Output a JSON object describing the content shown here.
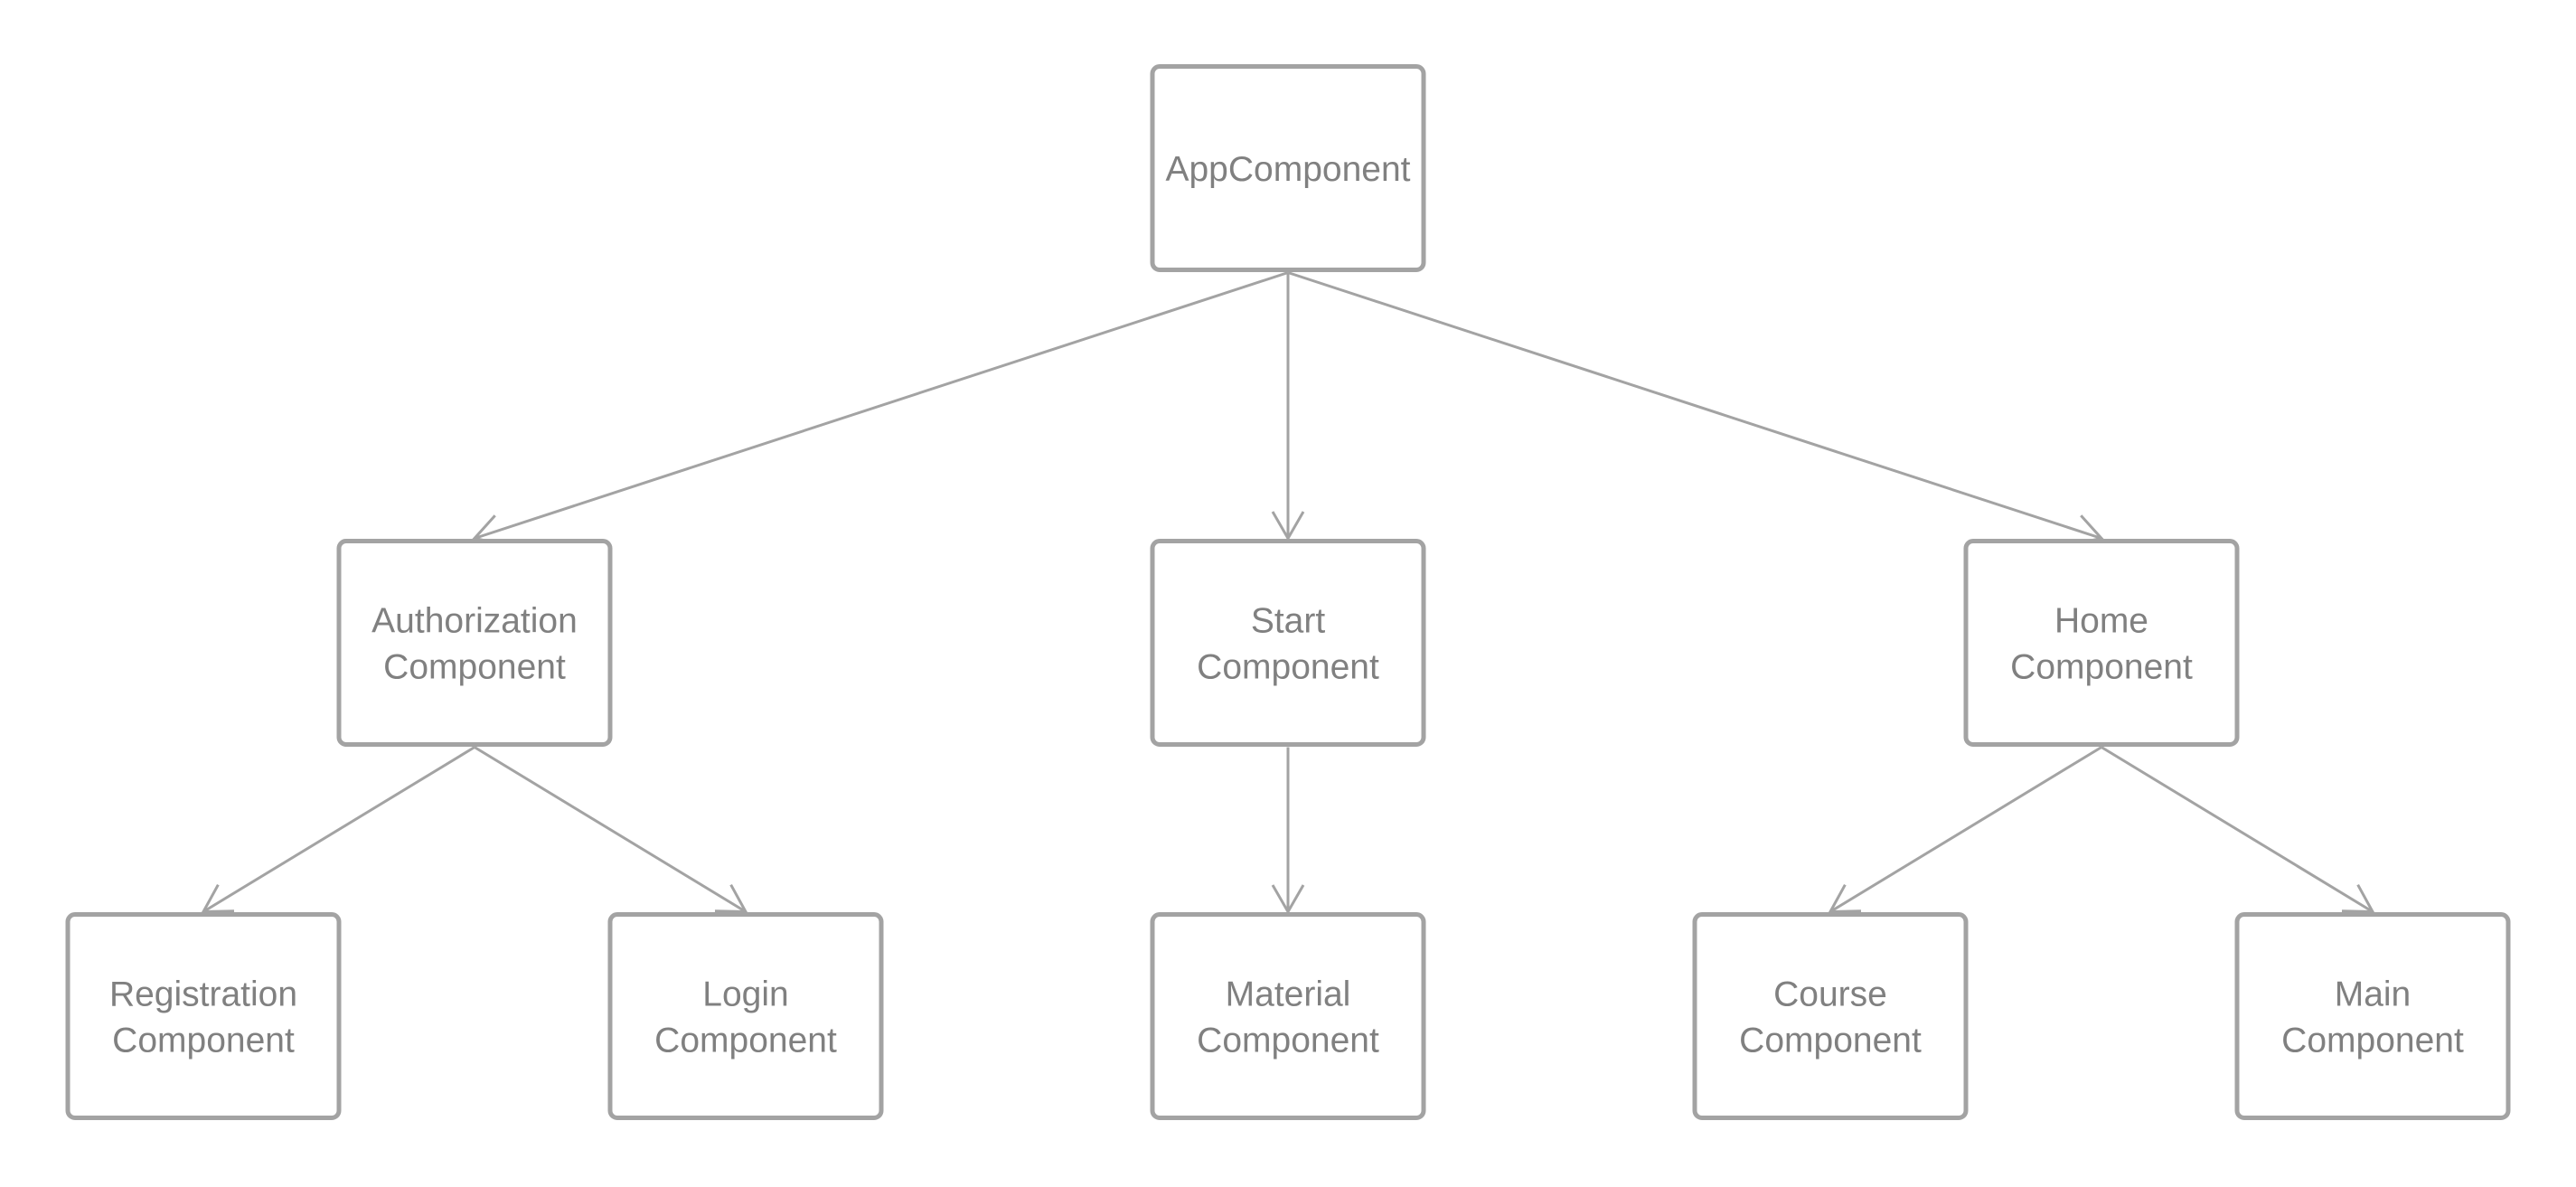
{
  "diagram": {
    "nodes": [
      {
        "id": "app",
        "lines": [
          "AppComponent"
        ]
      },
      {
        "id": "authorization",
        "lines": [
          "Authorization",
          "Component"
        ]
      },
      {
        "id": "start",
        "lines": [
          "Start",
          "Component"
        ]
      },
      {
        "id": "home",
        "lines": [
          "Home",
          "Component"
        ]
      },
      {
        "id": "registration",
        "lines": [
          "Registration",
          "Component"
        ]
      },
      {
        "id": "login",
        "lines": [
          "Login",
          "Component"
        ]
      },
      {
        "id": "material",
        "lines": [
          "Material",
          "Component"
        ]
      },
      {
        "id": "course",
        "lines": [
          "Course",
          "Component"
        ]
      },
      {
        "id": "main",
        "lines": [
          "Main",
          "Component"
        ]
      }
    ],
    "edges": [
      {
        "from": "app",
        "to": "authorization"
      },
      {
        "from": "app",
        "to": "start"
      },
      {
        "from": "app",
        "to": "home"
      },
      {
        "from": "authorization",
        "to": "registration"
      },
      {
        "from": "authorization",
        "to": "login"
      },
      {
        "from": "start",
        "to": "material"
      },
      {
        "from": "home",
        "to": "course"
      },
      {
        "from": "home",
        "to": "main"
      }
    ]
  }
}
